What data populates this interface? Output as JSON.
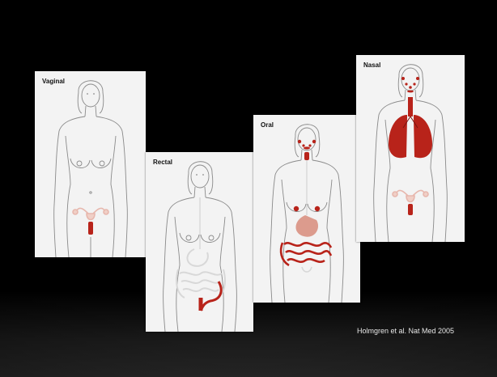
{
  "panels": [
    {
      "id": "vaginal",
      "label": "Vaginal"
    },
    {
      "id": "rectal",
      "label": "Rectal"
    },
    {
      "id": "oral",
      "label": "Oral"
    },
    {
      "id": "nasal",
      "label": "Nasal"
    }
  ],
  "citation": "Holmgren et al. Nat Med 2005",
  "colors": {
    "slide_background": "#000000",
    "panel_background": "#f3f3f3",
    "body_outline": "#8a8a8a",
    "highlight_red": "#b8231a",
    "faded_pink": "#e7b7ad",
    "citation_text": "#e8e8e8"
  }
}
